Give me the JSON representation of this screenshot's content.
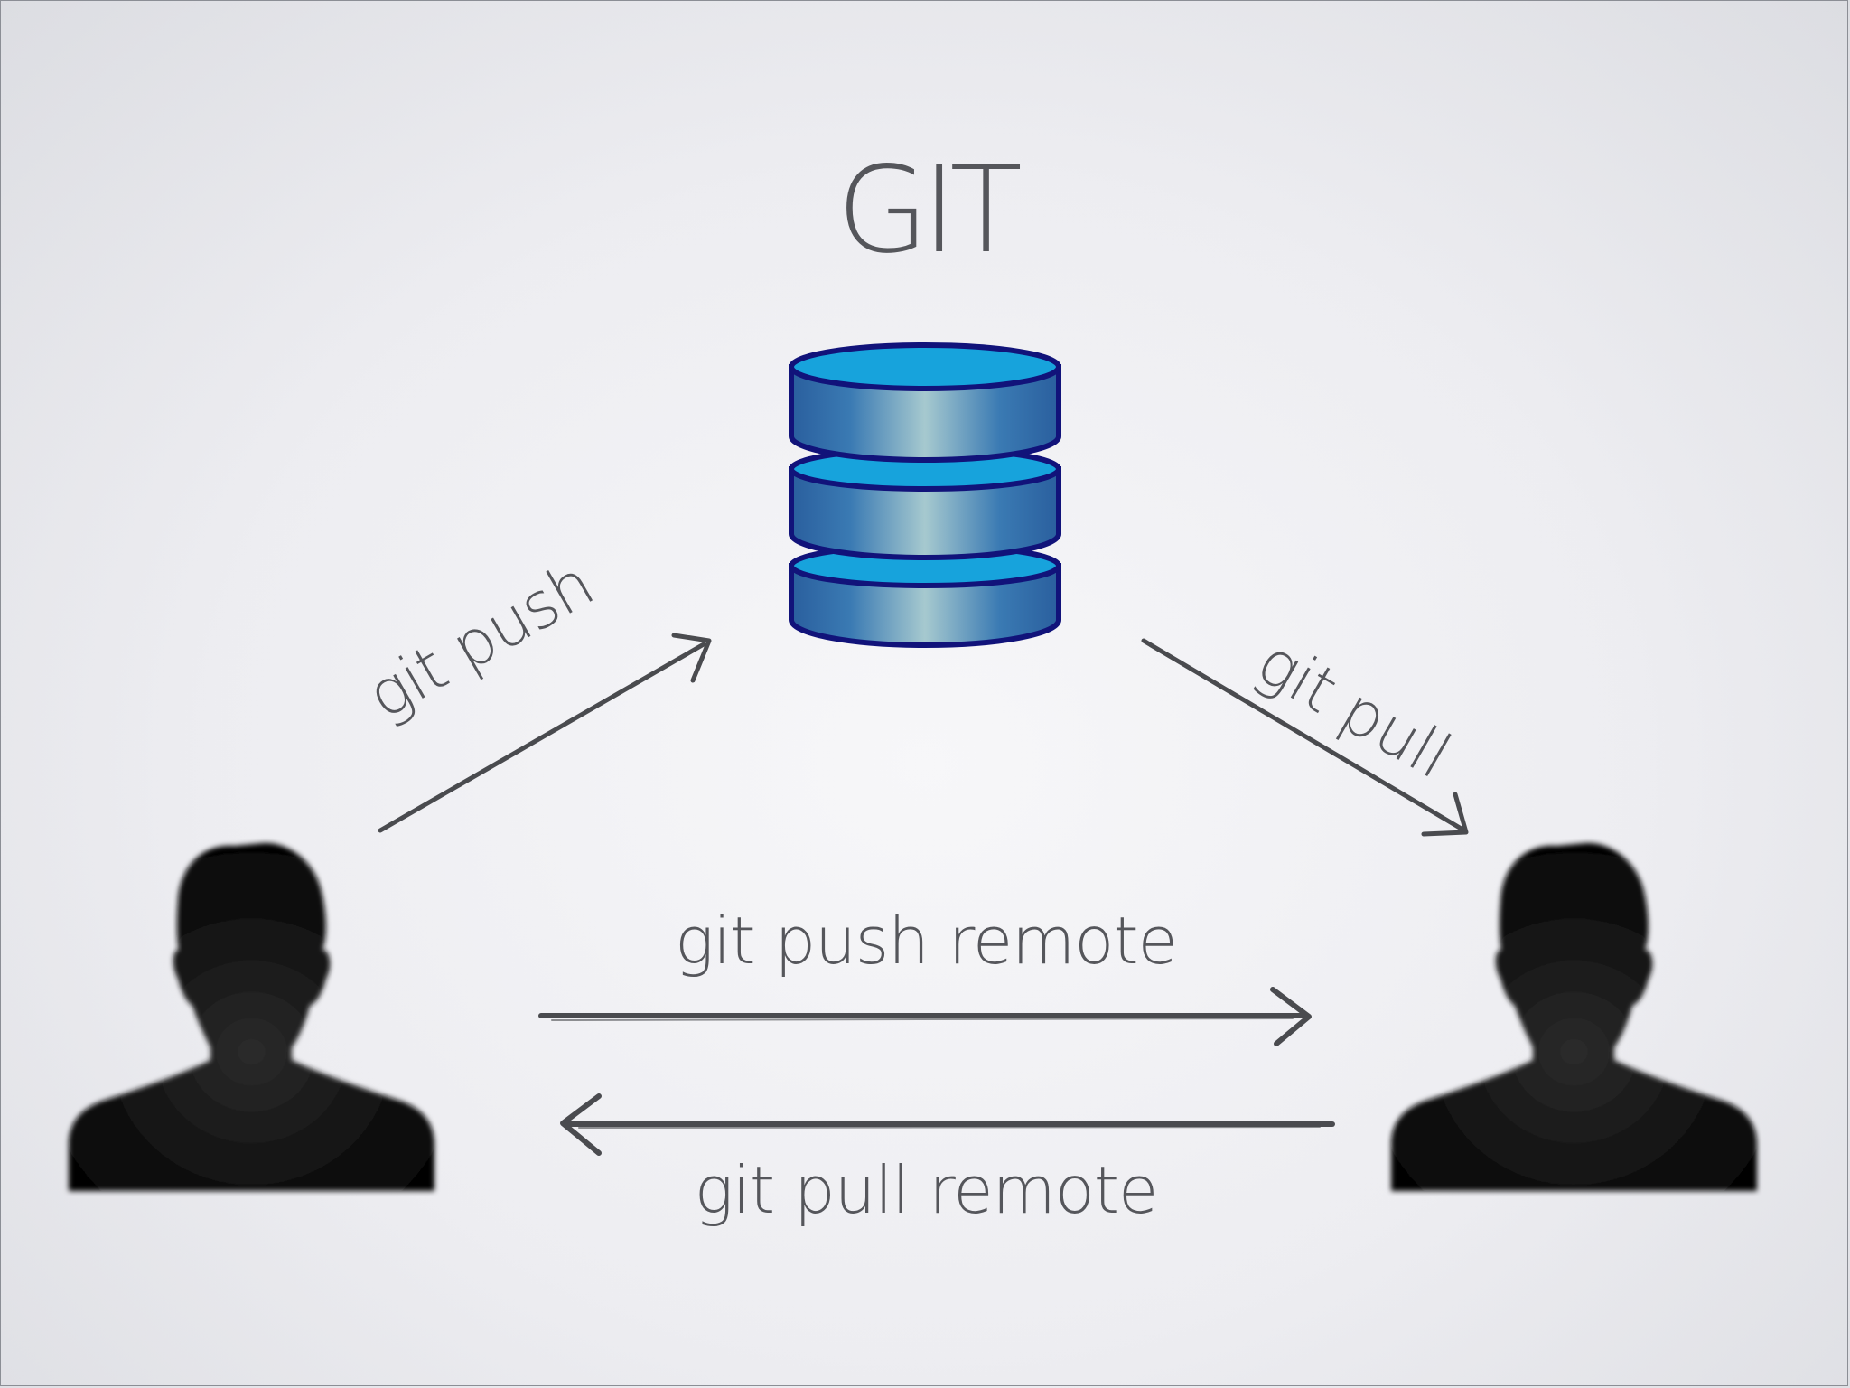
{
  "slide": {
    "title": "GIT",
    "repository_icon": "database-icon",
    "user_icon": "user-silhouette-icon",
    "colors": {
      "text": "#55565b",
      "arrow": "#4a4b4f",
      "database_fill": "#2f79bf",
      "database_top": "#17a3dc",
      "database_outline": "#11137a",
      "silhouette": "#0d0d0d"
    }
  },
  "flows": {
    "push": "git push",
    "pull": "git pull",
    "push_remote": "git push remote",
    "pull_remote": "git pull remote"
  }
}
